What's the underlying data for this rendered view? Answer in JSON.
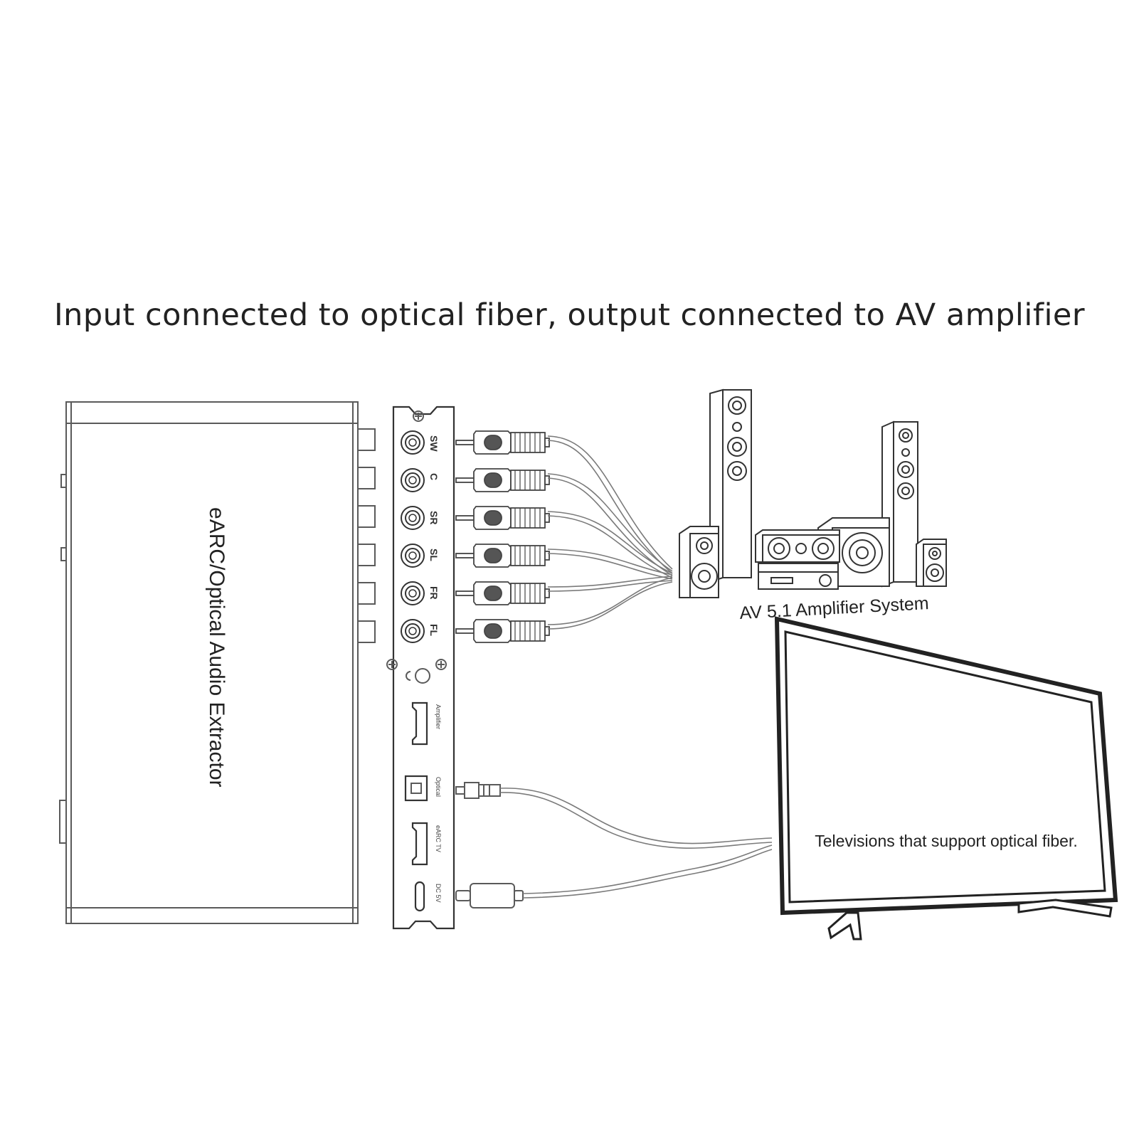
{
  "headline": "Input connected to optical fiber, output connected to AV amplifier",
  "device": {
    "name": "eARC/Optical Audio Extractor",
    "rca_ports": [
      "SW",
      "C",
      "SR",
      "SL",
      "FR",
      "FL"
    ],
    "port_amplifier": "Amplifier",
    "port_optical": "Optical",
    "port_earc": "eARC TV",
    "port_dc": "DC 5V"
  },
  "amplifier_caption": "AV 5.1 Amplifier System",
  "tv_caption": "Televisions that support optical fiber.",
  "icons": [
    "speaker-system-icon",
    "television-icon",
    "headphone-icon",
    "rca-plug-icon",
    "toslink-plug-icon",
    "usb-c-plug-icon",
    "hdmi-port-icon",
    "screw-icon"
  ]
}
